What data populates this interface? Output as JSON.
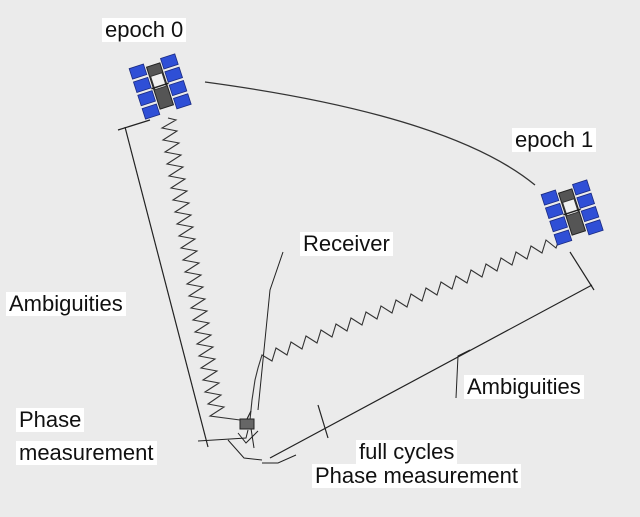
{
  "labels": {
    "epoch0": "epoch 0",
    "epoch1": "epoch 1",
    "receiver": "Receiver",
    "ambiguities_left": "Ambiguities",
    "ambiguities_right": "Ambiguities",
    "phase_left_line1": "Phase",
    "phase_left_line2": "measurement",
    "full_cycles": "full cycles",
    "phase_right": "Phase measurement"
  },
  "colors": {
    "background": "#ebebeb",
    "label_bg": "#ffffff",
    "panel_blue": "#2f4fd6",
    "line": "#222222"
  },
  "icons": [
    "satellite-icon",
    "receiver-icon"
  ]
}
